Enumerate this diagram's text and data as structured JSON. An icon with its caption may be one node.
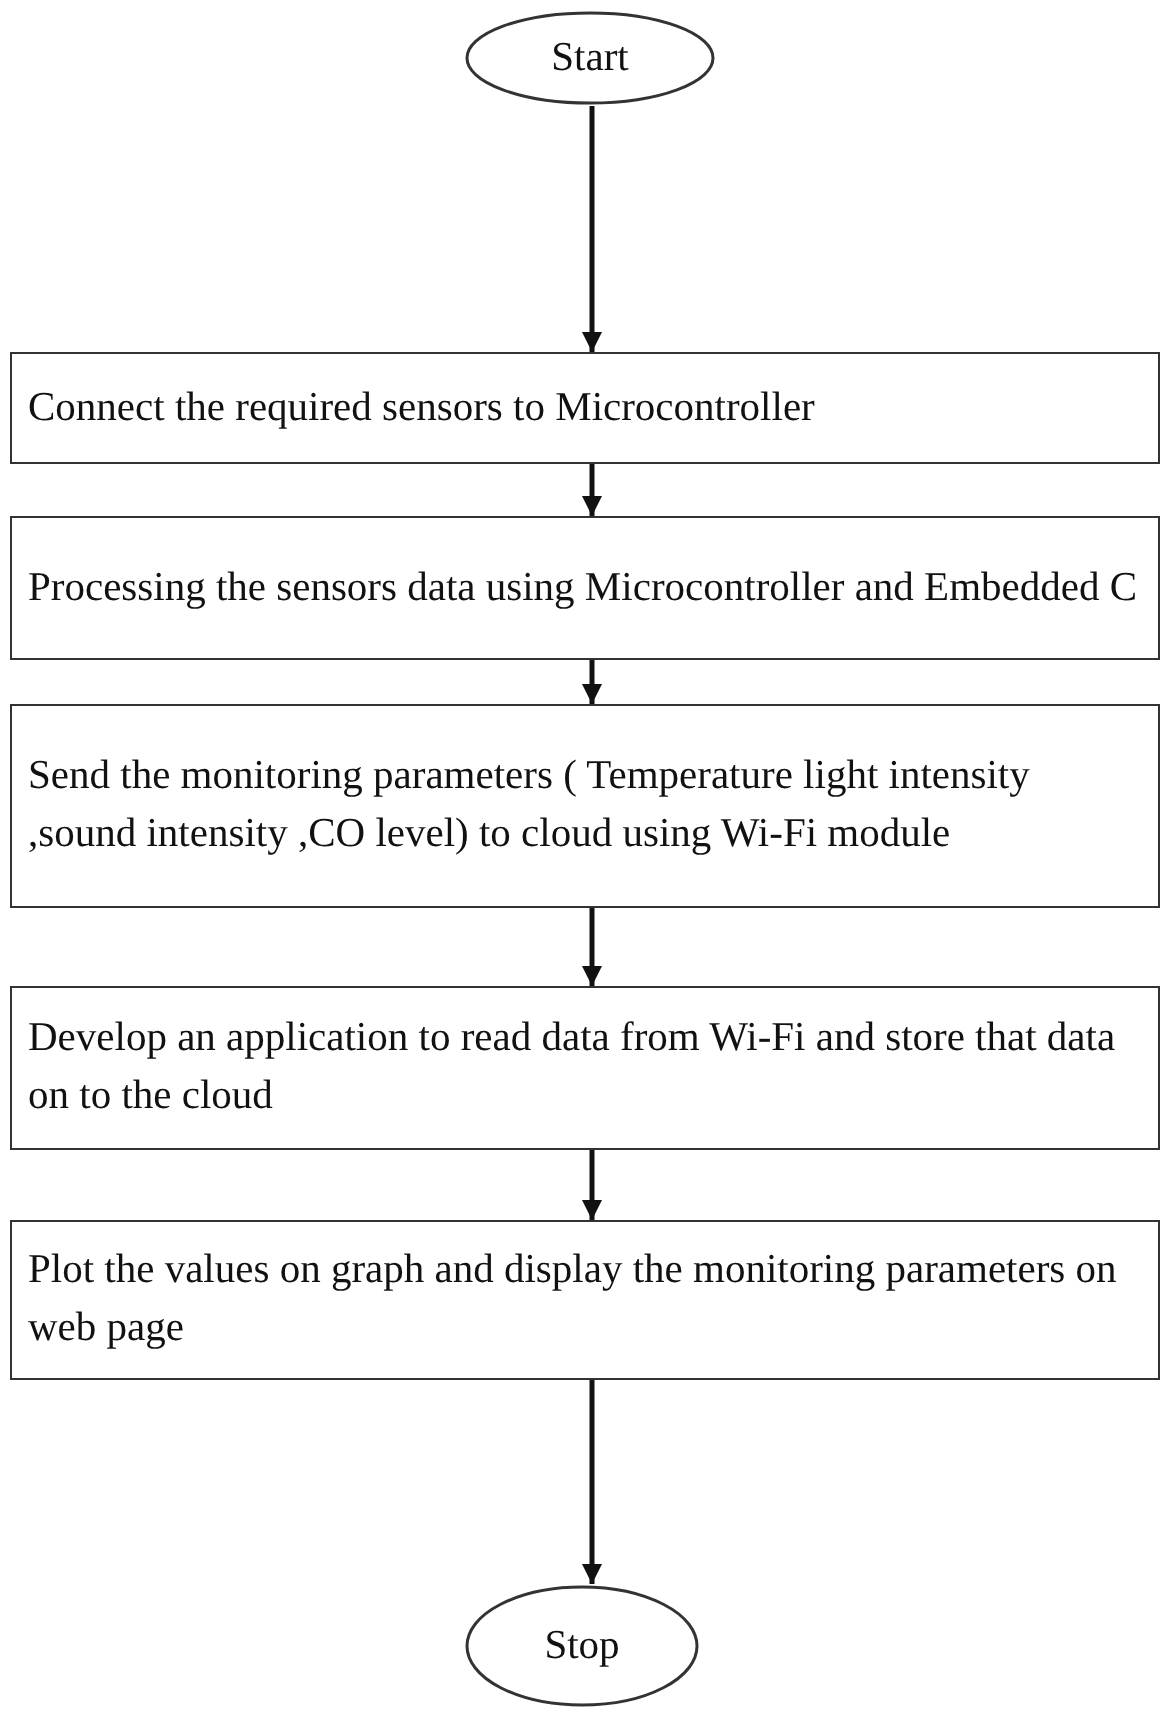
{
  "diagram": {
    "nodes": [
      {
        "text": [
          "Start"
        ]
      },
      {
        "text": [
          "Connect the required sensors to Microcontroller"
        ]
      },
      {
        "text": [
          "Processing the sensors data using Microcontroller and Embedded C"
        ]
      },
      {
        "text": [
          "Send the monitoring parameters ( Temperature light intensity ,sound intensity ,CO level) to cloud using Wi-Fi module"
        ]
      },
      {
        "text": [
          "Develop an application to read data from Wi-Fi and store that data on to the cloud"
        ]
      },
      {
        "text": [
          "Plot the values on graph and display the monitoring parameters on web page"
        ]
      },
      {
        "text": [
          "Stop"
        ]
      }
    ],
    "edges": [
      {
        "from": 0,
        "to": 1,
        "arrow": "to"
      },
      {
        "from": 1,
        "to": 2,
        "arrow": "to"
      },
      {
        "from": 2,
        "to": 3,
        "arrow": "to"
      },
      {
        "from": 3,
        "to": 4,
        "arrow": "to"
      },
      {
        "from": 4,
        "to": 5,
        "arrow": "to"
      },
      {
        "from": 5,
        "to": 6,
        "arrow": "to"
      }
    ]
  }
}
